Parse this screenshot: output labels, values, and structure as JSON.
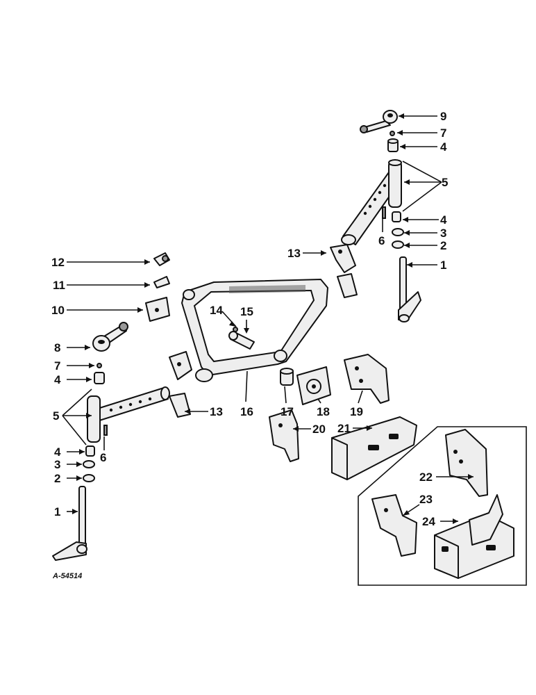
{
  "drawing_code": "A-54514",
  "callouts": [
    {
      "id": "c9",
      "text": "9"
    },
    {
      "id": "c7r",
      "text": "7"
    },
    {
      "id": "c4r1",
      "text": "4"
    },
    {
      "id": "c5r",
      "text": "5"
    },
    {
      "id": "c4r2",
      "text": "4"
    },
    {
      "id": "c3r",
      "text": "3"
    },
    {
      "id": "c6r",
      "text": "6"
    },
    {
      "id": "c2r",
      "text": "2"
    },
    {
      "id": "c1r",
      "text": "1"
    },
    {
      "id": "c13t",
      "text": "13"
    },
    {
      "id": "c12",
      "text": "12"
    },
    {
      "id": "c11",
      "text": "11"
    },
    {
      "id": "c10",
      "text": "10"
    },
    {
      "id": "c14",
      "text": "14"
    },
    {
      "id": "c15",
      "text": "15"
    },
    {
      "id": "c8",
      "text": "8"
    },
    {
      "id": "c7l",
      "text": "7"
    },
    {
      "id": "c4l1",
      "text": "4"
    },
    {
      "id": "c5l",
      "text": "5"
    },
    {
      "id": "c13b",
      "text": "13"
    },
    {
      "id": "c16",
      "text": "16"
    },
    {
      "id": "c17",
      "text": "17"
    },
    {
      "id": "c18",
      "text": "18"
    },
    {
      "id": "c19",
      "text": "19"
    },
    {
      "id": "c20",
      "text": "20"
    },
    {
      "id": "c21",
      "text": "21"
    },
    {
      "id": "c4l2",
      "text": "4"
    },
    {
      "id": "c6l",
      "text": "6"
    },
    {
      "id": "c3l",
      "text": "3"
    },
    {
      "id": "c2l",
      "text": "2"
    },
    {
      "id": "c22",
      "text": "22"
    },
    {
      "id": "c23",
      "text": "23"
    },
    {
      "id": "c24",
      "text": "24"
    },
    {
      "id": "c1l",
      "text": "1"
    }
  ]
}
